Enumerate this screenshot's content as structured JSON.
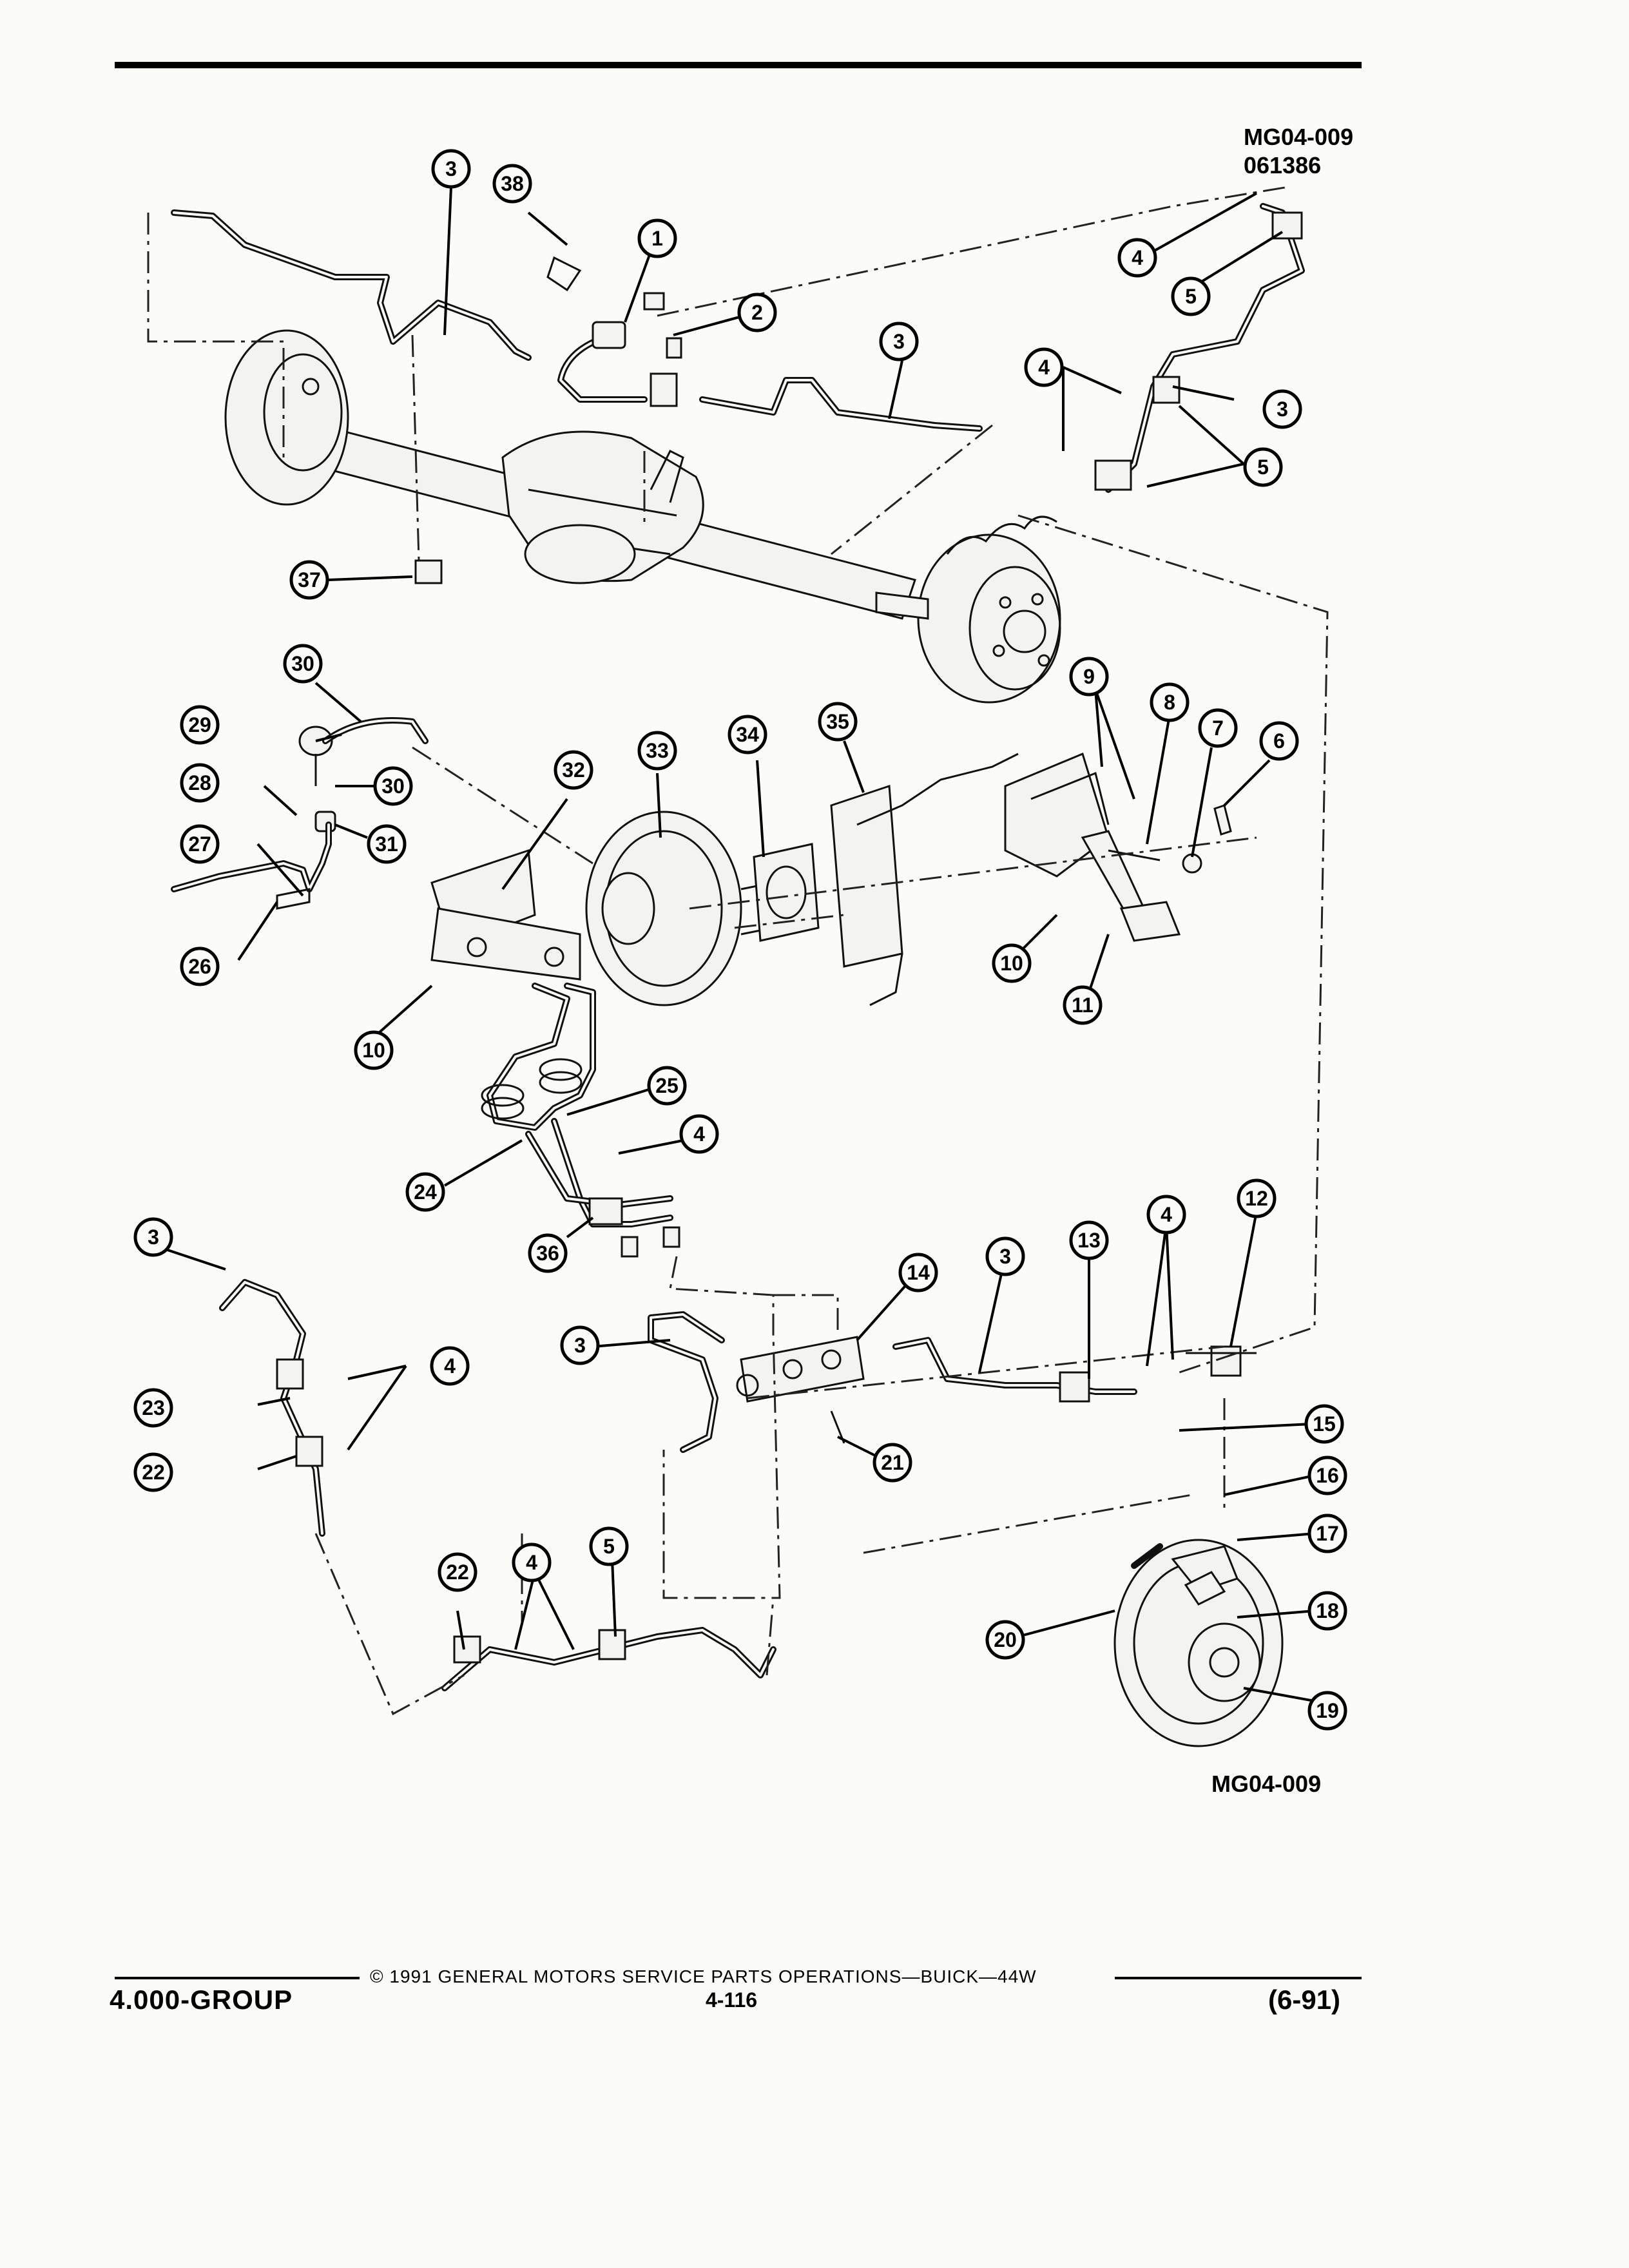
{
  "header": {
    "figure_code_top": "MG04-009",
    "figure_number_top": "061386"
  },
  "figure": {
    "figure_code_bottom": "MG04-009",
    "callouts": [
      {
        "id": "c1",
        "label": "1"
      },
      {
        "id": "c2",
        "label": "2"
      },
      {
        "id": "c3a",
        "label": "3"
      },
      {
        "id": "c3b",
        "label": "3"
      },
      {
        "id": "c3c",
        "label": "3"
      },
      {
        "id": "c3d",
        "label": "3"
      },
      {
        "id": "c3e",
        "label": "3"
      },
      {
        "id": "c3f",
        "label": "3"
      },
      {
        "id": "c4a",
        "label": "4"
      },
      {
        "id": "c4b",
        "label": "4"
      },
      {
        "id": "c4c",
        "label": "4"
      },
      {
        "id": "c4d",
        "label": "4"
      },
      {
        "id": "c4e",
        "label": "4"
      },
      {
        "id": "c4f",
        "label": "4"
      },
      {
        "id": "c5a",
        "label": "5"
      },
      {
        "id": "c5b",
        "label": "5"
      },
      {
        "id": "c5c",
        "label": "5"
      },
      {
        "id": "c6",
        "label": "6"
      },
      {
        "id": "c7",
        "label": "7"
      },
      {
        "id": "c8",
        "label": "8"
      },
      {
        "id": "c9",
        "label": "9"
      },
      {
        "id": "c10a",
        "label": "10"
      },
      {
        "id": "c10b",
        "label": "10"
      },
      {
        "id": "c11",
        "label": "11"
      },
      {
        "id": "c12",
        "label": "12"
      },
      {
        "id": "c13",
        "label": "13"
      },
      {
        "id": "c14",
        "label": "14"
      },
      {
        "id": "c15",
        "label": "15"
      },
      {
        "id": "c16",
        "label": "16"
      },
      {
        "id": "c17",
        "label": "17"
      },
      {
        "id": "c18",
        "label": "18"
      },
      {
        "id": "c19",
        "label": "19"
      },
      {
        "id": "c20",
        "label": "20"
      },
      {
        "id": "c21",
        "label": "21"
      },
      {
        "id": "c22a",
        "label": "22"
      },
      {
        "id": "c22b",
        "label": "22"
      },
      {
        "id": "c23",
        "label": "23"
      },
      {
        "id": "c24",
        "label": "24"
      },
      {
        "id": "c25",
        "label": "25"
      },
      {
        "id": "c26",
        "label": "26"
      },
      {
        "id": "c27",
        "label": "27"
      },
      {
        "id": "c28",
        "label": "28"
      },
      {
        "id": "c29",
        "label": "29"
      },
      {
        "id": "c30a",
        "label": "30"
      },
      {
        "id": "c30b",
        "label": "30"
      },
      {
        "id": "c31",
        "label": "31"
      },
      {
        "id": "c32",
        "label": "32"
      },
      {
        "id": "c33",
        "label": "33"
      },
      {
        "id": "c34",
        "label": "34"
      },
      {
        "id": "c35",
        "label": "35"
      },
      {
        "id": "c36",
        "label": "36"
      },
      {
        "id": "c37",
        "label": "37"
      },
      {
        "id": "c38",
        "label": "38"
      }
    ]
  },
  "footer": {
    "group": "4.000-GROUP",
    "copyright": "© 1991 GENERAL MOTORS SERVICE PARTS OPERATIONS—BUICK—44W",
    "page": "4-116",
    "date": "(6-91)"
  }
}
